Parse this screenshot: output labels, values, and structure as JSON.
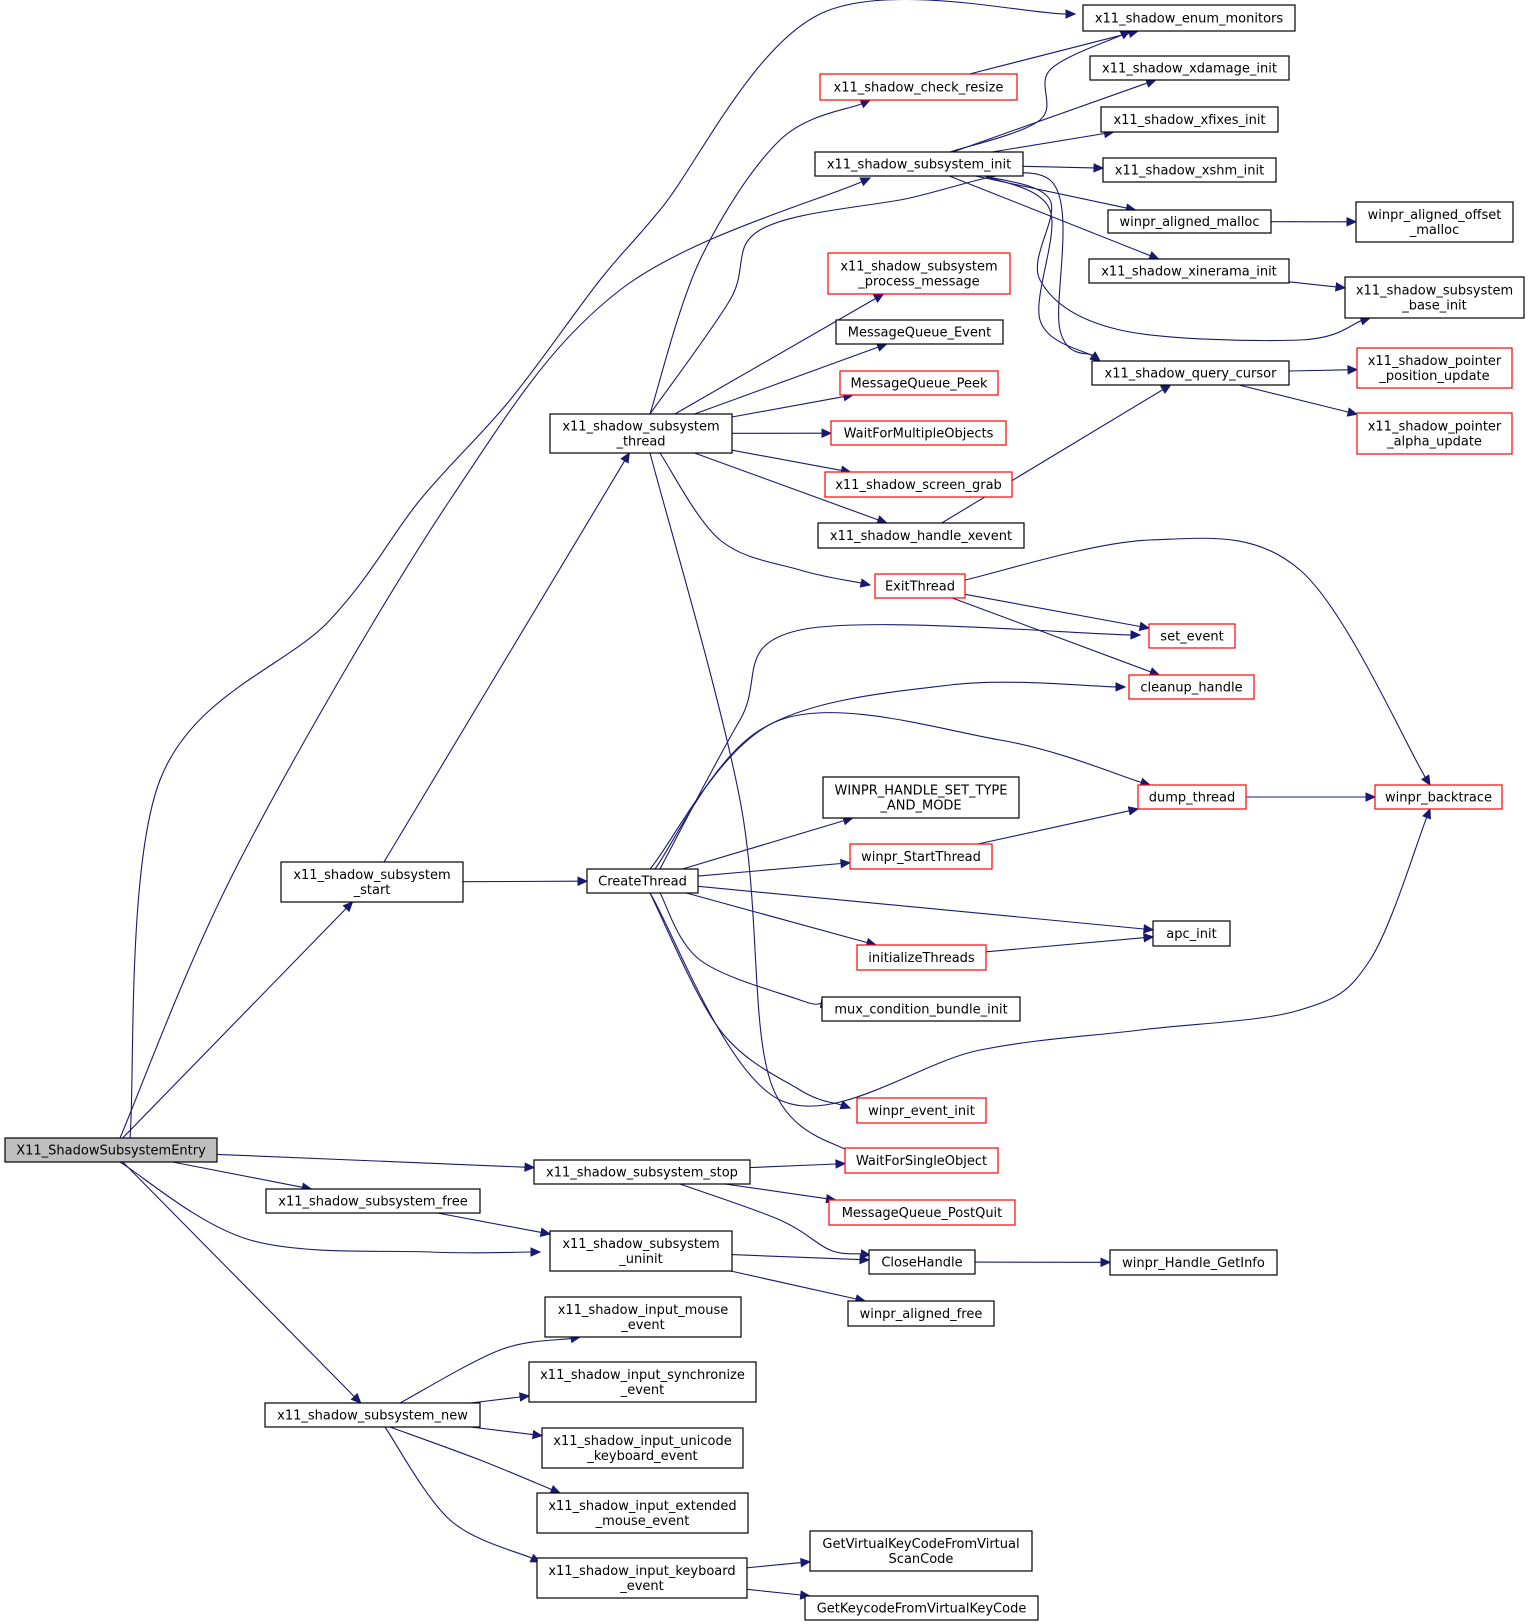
{
  "colors": {
    "edge": "#191970",
    "root_fill": "#bfbfbf",
    "node_border": "#000000",
    "node_border_external": "#ff0000",
    "node_fill": "#ffffff",
    "text": "#000000"
  },
  "nodes": [
    {
      "id": "root",
      "lines": [
        "X11_ShadowSubsystemEntry"
      ],
      "style": "root"
    },
    {
      "id": "enum_monitors",
      "lines": [
        "x11_shadow_enum_monitors"
      ],
      "style": "normal"
    },
    {
      "id": "check_resize",
      "lines": [
        "x11_shadow_check_resize"
      ],
      "style": "red"
    },
    {
      "id": "xdamage_init",
      "lines": [
        "x11_shadow_xdamage_init"
      ],
      "style": "normal"
    },
    {
      "id": "xfixes_init",
      "lines": [
        "x11_shadow_xfixes_init"
      ],
      "style": "normal"
    },
    {
      "id": "subsystem_init",
      "lines": [
        "x11_shadow_subsystem_init"
      ],
      "style": "normal"
    },
    {
      "id": "xshm_init",
      "lines": [
        "x11_shadow_xshm_init"
      ],
      "style": "normal"
    },
    {
      "id": "aligned_malloc",
      "lines": [
        "winpr_aligned_malloc"
      ],
      "style": "normal"
    },
    {
      "id": "aligned_offset_malloc",
      "lines": [
        "winpr_aligned_offset",
        "_malloc"
      ],
      "style": "normal"
    },
    {
      "id": "process_message",
      "lines": [
        "x11_shadow_subsystem",
        "_process_message"
      ],
      "style": "red"
    },
    {
      "id": "xinerama_init",
      "lines": [
        "x11_shadow_xinerama_init"
      ],
      "style": "normal"
    },
    {
      "id": "base_init",
      "lines": [
        "x11_shadow_subsystem",
        "_base_init"
      ],
      "style": "normal"
    },
    {
      "id": "mq_event",
      "lines": [
        "MessageQueue_Event"
      ],
      "style": "normal"
    },
    {
      "id": "query_cursor",
      "lines": [
        "x11_shadow_query_cursor"
      ],
      "style": "normal"
    },
    {
      "id": "pointer_position",
      "lines": [
        "x11_shadow_pointer",
        "_position_update"
      ],
      "style": "red"
    },
    {
      "id": "mq_peek",
      "lines": [
        "MessageQueue_Peek"
      ],
      "style": "red"
    },
    {
      "id": "subsystem_thread",
      "lines": [
        "x11_shadow_subsystem",
        "_thread"
      ],
      "style": "normal"
    },
    {
      "id": "wait_multiple",
      "lines": [
        "WaitForMultipleObjects"
      ],
      "style": "red"
    },
    {
      "id": "pointer_alpha",
      "lines": [
        "x11_shadow_pointer",
        "_alpha_update"
      ],
      "style": "red"
    },
    {
      "id": "screen_grab",
      "lines": [
        "x11_shadow_screen_grab"
      ],
      "style": "red"
    },
    {
      "id": "handle_xevent",
      "lines": [
        "x11_shadow_handle_xevent"
      ],
      "style": "normal"
    },
    {
      "id": "exit_thread",
      "lines": [
        "ExitThread"
      ],
      "style": "red"
    },
    {
      "id": "set_event",
      "lines": [
        "set_event"
      ],
      "style": "red"
    },
    {
      "id": "cleanup_handle",
      "lines": [
        "cleanup_handle"
      ],
      "style": "red"
    },
    {
      "id": "set_type_and_mode",
      "lines": [
        "WINPR_HANDLE_SET_TYPE",
        "_AND_MODE"
      ],
      "style": "normal"
    },
    {
      "id": "dump_thread",
      "lines": [
        "dump_thread"
      ],
      "style": "red"
    },
    {
      "id": "backtrace",
      "lines": [
        "winpr_backtrace"
      ],
      "style": "red"
    },
    {
      "id": "start_thread",
      "lines": [
        "winpr_StartThread"
      ],
      "style": "red"
    },
    {
      "id": "subsystem_start",
      "lines": [
        "x11_shadow_subsystem",
        "_start"
      ],
      "style": "normal"
    },
    {
      "id": "create_thread",
      "lines": [
        "CreateThread"
      ],
      "style": "normal"
    },
    {
      "id": "apc_init",
      "lines": [
        "apc_init"
      ],
      "style": "normal"
    },
    {
      "id": "initialize_threads",
      "lines": [
        "initializeThreads"
      ],
      "style": "red"
    },
    {
      "id": "mux_init",
      "lines": [
        "mux_condition_bundle_init"
      ],
      "style": "normal"
    },
    {
      "id": "event_init",
      "lines": [
        "winpr_event_init"
      ],
      "style": "red"
    },
    {
      "id": "wait_single",
      "lines": [
        "WaitForSingleObject"
      ],
      "style": "red"
    },
    {
      "id": "subsystem_stop",
      "lines": [
        "x11_shadow_subsystem_stop"
      ],
      "style": "normal"
    },
    {
      "id": "subsystem_free",
      "lines": [
        "x11_shadow_subsystem_free"
      ],
      "style": "normal"
    },
    {
      "id": "mq_postquit",
      "lines": [
        "MessageQueue_PostQuit"
      ],
      "style": "red"
    },
    {
      "id": "subsystem_uninit",
      "lines": [
        "x11_shadow_subsystem",
        "_uninit"
      ],
      "style": "normal"
    },
    {
      "id": "close_handle",
      "lines": [
        "CloseHandle"
      ],
      "style": "normal"
    },
    {
      "id": "handle_getinfo",
      "lines": [
        "winpr_Handle_GetInfo"
      ],
      "style": "normal"
    },
    {
      "id": "aligned_free",
      "lines": [
        "winpr_aligned_free"
      ],
      "style": "normal"
    },
    {
      "id": "input_mouse",
      "lines": [
        "x11_shadow_input_mouse",
        "_event"
      ],
      "style": "normal"
    },
    {
      "id": "input_sync",
      "lines": [
        "x11_shadow_input_synchronize",
        "_event"
      ],
      "style": "normal"
    },
    {
      "id": "subsystem_new",
      "lines": [
        "x11_shadow_subsystem_new"
      ],
      "style": "normal"
    },
    {
      "id": "input_unicode",
      "lines": [
        "x11_shadow_input_unicode",
        "_keyboard_event"
      ],
      "style": "normal"
    },
    {
      "id": "input_ext_mouse",
      "lines": [
        "x11_shadow_input_extended",
        "_mouse_event"
      ],
      "style": "normal"
    },
    {
      "id": "input_keyboard",
      "lines": [
        "x11_shadow_input_keyboard",
        "_event"
      ],
      "style": "normal"
    },
    {
      "id": "vk_from_scan",
      "lines": [
        "GetVirtualKeyCodeFromVirtual",
        "ScanCode"
      ],
      "style": "normal"
    },
    {
      "id": "keycode_from_vk",
      "lines": [
        "GetKeycodeFromVirtualKeyCode"
      ],
      "style": "normal"
    }
  ],
  "edges": [
    [
      "root",
      "enum_monitors"
    ],
    [
      "root",
      "subsystem_init"
    ],
    [
      "root",
      "subsystem_start"
    ],
    [
      "root",
      "subsystem_stop"
    ],
    [
      "root",
      "subsystem_free"
    ],
    [
      "root",
      "subsystem_uninit"
    ],
    [
      "root",
      "subsystem_new"
    ],
    [
      "check_resize",
      "enum_monitors"
    ],
    [
      "subsystem_init",
      "enum_monitors"
    ],
    [
      "subsystem_init",
      "xdamage_init"
    ],
    [
      "subsystem_init",
      "xfixes_init"
    ],
    [
      "subsystem_init",
      "xshm_init"
    ],
    [
      "subsystem_init",
      "aligned_malloc"
    ],
    [
      "subsystem_init",
      "xinerama_init"
    ],
    [
      "subsystem_init",
      "base_init"
    ],
    [
      "subsystem_init",
      "query_cursor"
    ],
    [
      "aligned_malloc",
      "aligned_offset_malloc"
    ],
    [
      "xinerama_init",
      "base_init"
    ],
    [
      "query_cursor",
      "pointer_position"
    ],
    [
      "query_cursor",
      "pointer_alpha"
    ],
    [
      "subsystem_thread",
      "check_resize"
    ],
    [
      "subsystem_thread",
      "query_cursor"
    ],
    [
      "subsystem_thread",
      "process_message"
    ],
    [
      "subsystem_thread",
      "mq_event"
    ],
    [
      "subsystem_thread",
      "mq_peek"
    ],
    [
      "subsystem_thread",
      "wait_multiple"
    ],
    [
      "subsystem_thread",
      "screen_grab"
    ],
    [
      "subsystem_thread",
      "handle_xevent"
    ],
    [
      "subsystem_thread",
      "exit_thread"
    ],
    [
      "subsystem_thread",
      "wait_single"
    ],
    [
      "handle_xevent",
      "query_cursor"
    ],
    [
      "exit_thread",
      "set_event"
    ],
    [
      "exit_thread",
      "cleanup_handle"
    ],
    [
      "exit_thread",
      "backtrace"
    ],
    [
      "dump_thread",
      "backtrace"
    ],
    [
      "start_thread",
      "dump_thread"
    ],
    [
      "subsystem_start",
      "subsystem_thread"
    ],
    [
      "subsystem_start",
      "create_thread"
    ],
    [
      "create_thread",
      "set_event"
    ],
    [
      "create_thread",
      "cleanup_handle"
    ],
    [
      "create_thread",
      "dump_thread"
    ],
    [
      "create_thread",
      "set_type_and_mode"
    ],
    [
      "create_thread",
      "start_thread"
    ],
    [
      "create_thread",
      "apc_init"
    ],
    [
      "create_thread",
      "initialize_threads"
    ],
    [
      "create_thread",
      "mux_init"
    ],
    [
      "create_thread",
      "backtrace"
    ],
    [
      "create_thread",
      "event_init"
    ],
    [
      "initialize_threads",
      "apc_init"
    ],
    [
      "subsystem_stop",
      "wait_single"
    ],
    [
      "subsystem_stop",
      "mq_postquit"
    ],
    [
      "subsystem_stop",
      "close_handle"
    ],
    [
      "subsystem_free",
      "subsystem_uninit"
    ],
    [
      "subsystem_uninit",
      "close_handle"
    ],
    [
      "subsystem_uninit",
      "aligned_free"
    ],
    [
      "close_handle",
      "handle_getinfo"
    ],
    [
      "subsystem_new",
      "input_mouse"
    ],
    [
      "subsystem_new",
      "input_sync"
    ],
    [
      "subsystem_new",
      "input_unicode"
    ],
    [
      "subsystem_new",
      "input_ext_mouse"
    ],
    [
      "subsystem_new",
      "input_keyboard"
    ],
    [
      "input_keyboard",
      "vk_from_scan"
    ],
    [
      "input_keyboard",
      "keycode_from_vk"
    ]
  ]
}
